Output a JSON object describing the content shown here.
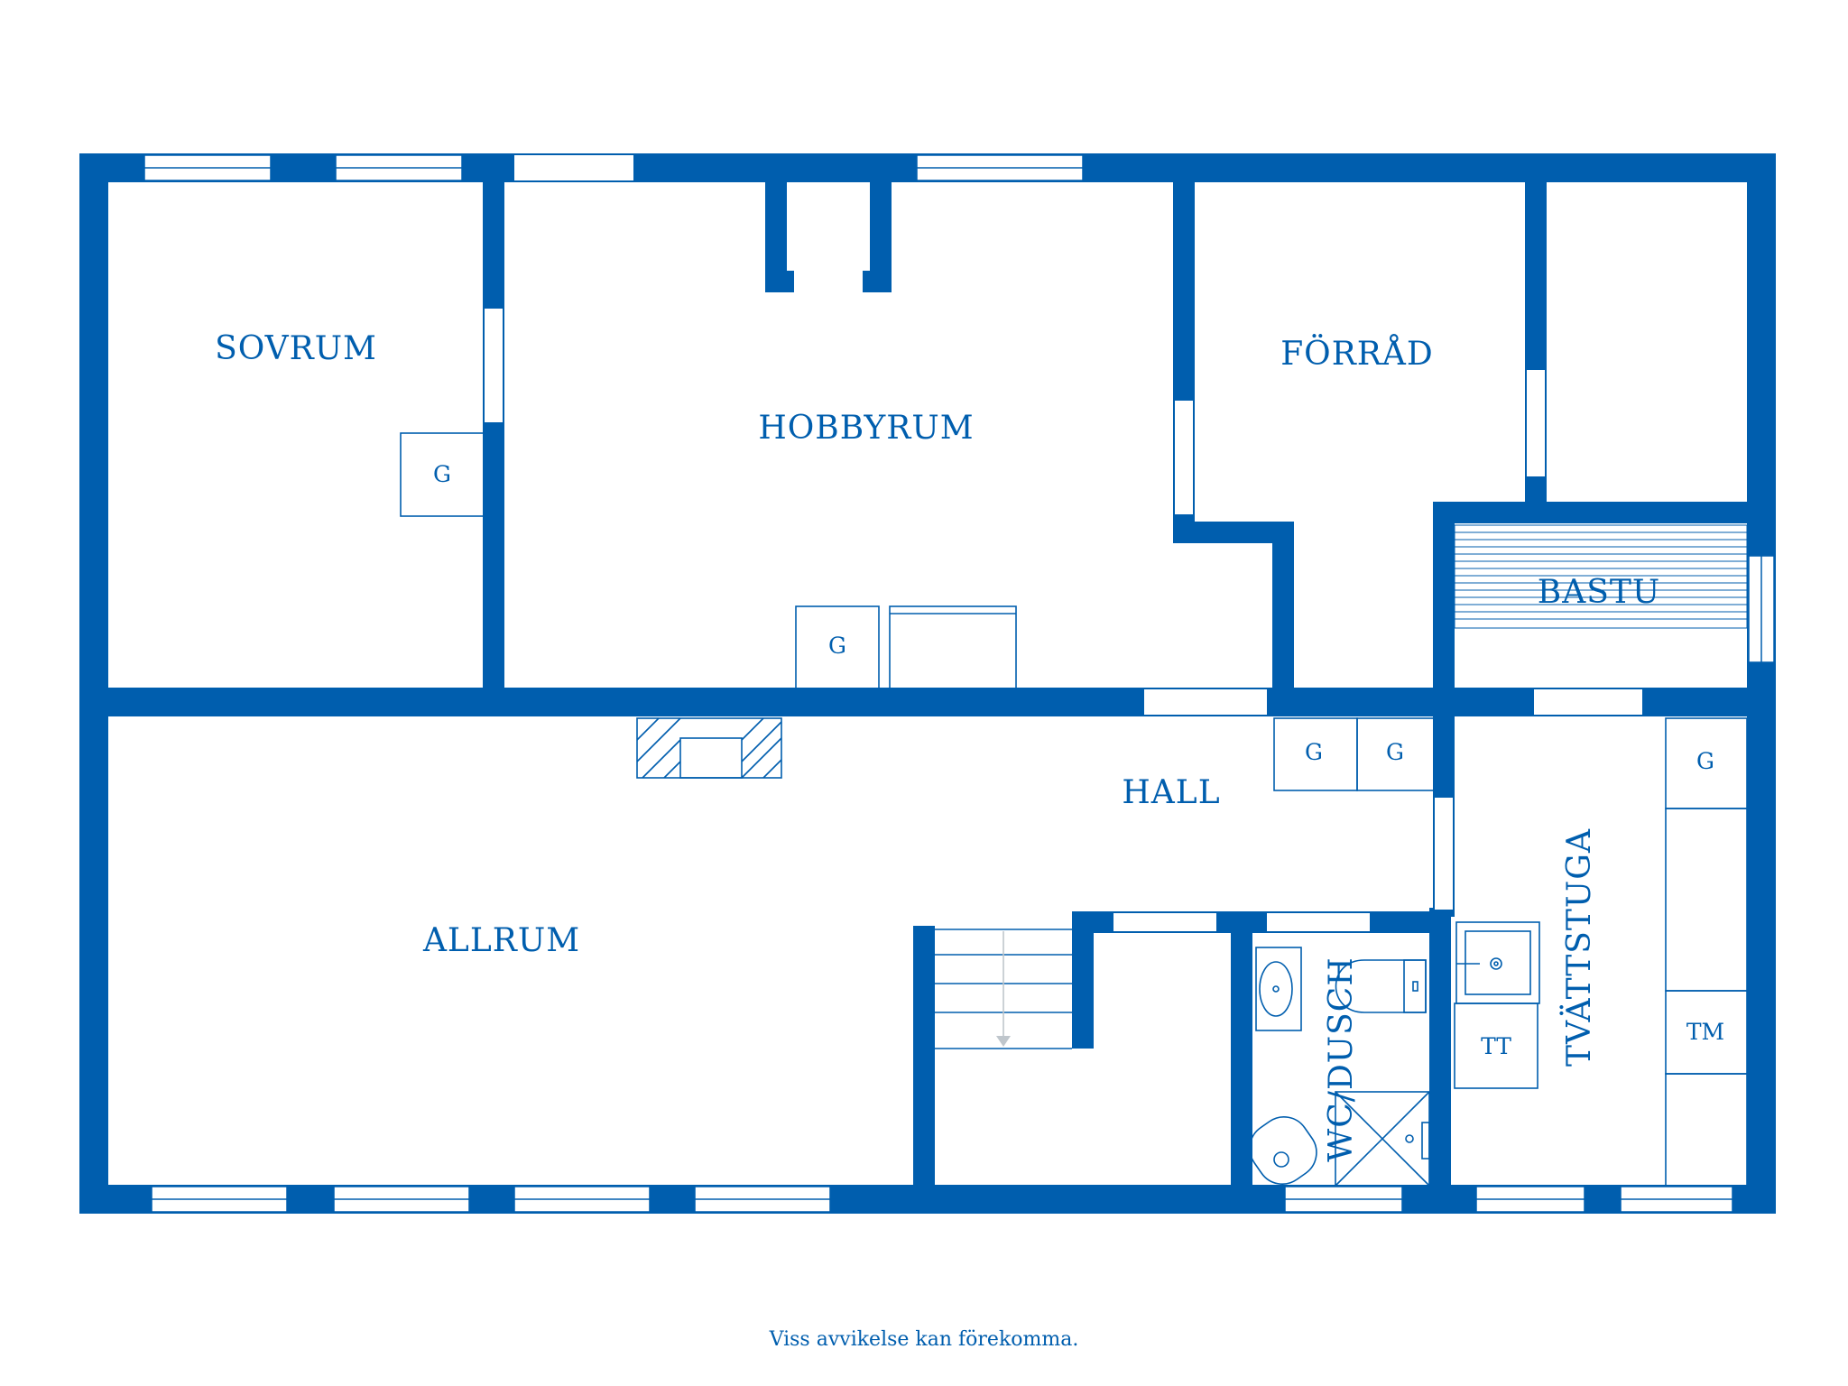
{
  "colors": {
    "wall": "#005eae",
    "line": "#005eae",
    "background": "#ffffff",
    "stair_arrow": "#bfc6cc"
  },
  "rooms": {
    "sovrum": "SOVRUM",
    "hobbyrum": "HOBBYRUM",
    "forrad": "FÖRRÅD",
    "bastu": "BASTU",
    "hall": "HALL",
    "allrum": "ALLRUM",
    "wc_dusch": "WC/DUSCH",
    "tvattstuga": "TVÄTTSTUGA"
  },
  "fixtures": {
    "g": "G",
    "tt": "TT",
    "tm": "TM"
  },
  "footer": {
    "note": "Viss avvikelse kan förekomma."
  }
}
